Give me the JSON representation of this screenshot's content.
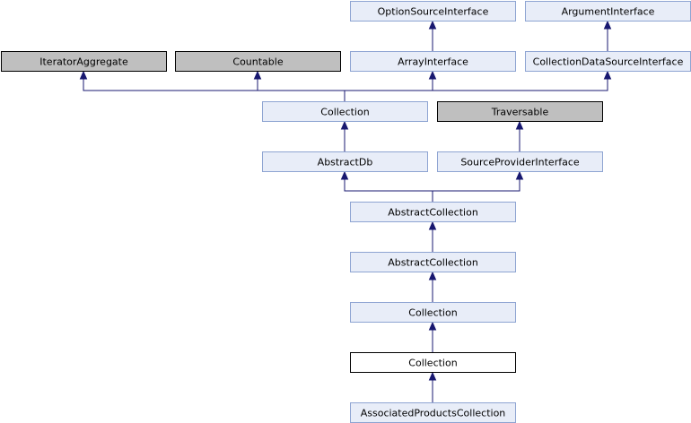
{
  "diagram": {
    "nodes": [
      {
        "id": "OptionSourceInterface",
        "label": "OptionSourceInterface",
        "style": "link"
      },
      {
        "id": "ArgumentInterface",
        "label": "ArgumentInterface",
        "style": "link"
      },
      {
        "id": "IteratorAggregate",
        "label": "IteratorAggregate",
        "style": "external"
      },
      {
        "id": "Countable",
        "label": "Countable",
        "style": "external"
      },
      {
        "id": "ArrayInterface",
        "label": "ArrayInterface",
        "style": "link"
      },
      {
        "id": "CollectionDataSourceInterface",
        "label": "CollectionDataSourceInterface",
        "style": "link"
      },
      {
        "id": "Collection1",
        "label": "Collection",
        "style": "link"
      },
      {
        "id": "Traversable",
        "label": "Traversable",
        "style": "external"
      },
      {
        "id": "AbstractDb",
        "label": "AbstractDb",
        "style": "link"
      },
      {
        "id": "SourceProviderInterface",
        "label": "SourceProviderInterface",
        "style": "link"
      },
      {
        "id": "AbstractCollection1",
        "label": "AbstractCollection",
        "style": "link"
      },
      {
        "id": "AbstractCollection2",
        "label": "AbstractCollection",
        "style": "link"
      },
      {
        "id": "Collection2",
        "label": "Collection",
        "style": "link"
      },
      {
        "id": "Collection3",
        "label": "Collection",
        "style": "current"
      },
      {
        "id": "AssociatedProductsCollection",
        "label": "AssociatedProductsCollection",
        "style": "link"
      }
    ],
    "edges": [
      {
        "from": "ArrayInterface",
        "to": "OptionSourceInterface"
      },
      {
        "from": "CollectionDataSourceInterface",
        "to": "ArgumentInterface"
      },
      {
        "from": "Collection1",
        "to": "IteratorAggregate"
      },
      {
        "from": "Collection1",
        "to": "Countable"
      },
      {
        "from": "Collection1",
        "to": "ArrayInterface"
      },
      {
        "from": "Collection1",
        "to": "CollectionDataSourceInterface"
      },
      {
        "from": "AbstractDb",
        "to": "Collection1"
      },
      {
        "from": "SourceProviderInterface",
        "to": "Traversable"
      },
      {
        "from": "AbstractCollection1",
        "to": "AbstractDb"
      },
      {
        "from": "AbstractCollection1",
        "to": "SourceProviderInterface"
      },
      {
        "from": "AbstractCollection2",
        "to": "AbstractCollection1"
      },
      {
        "from": "Collection2",
        "to": "AbstractCollection2"
      },
      {
        "from": "Collection3",
        "to": "Collection2"
      },
      {
        "from": "AssociatedProductsCollection",
        "to": "Collection3"
      }
    ],
    "colors": {
      "link_fill": "#e8edf8",
      "link_stroke": "#8ea4d2",
      "external_fill": "#bfbfbf",
      "external_stroke": "#000000",
      "current_fill": "#ffffff",
      "current_stroke": "#000000",
      "edge": "#191970",
      "text": "#000000"
    }
  }
}
